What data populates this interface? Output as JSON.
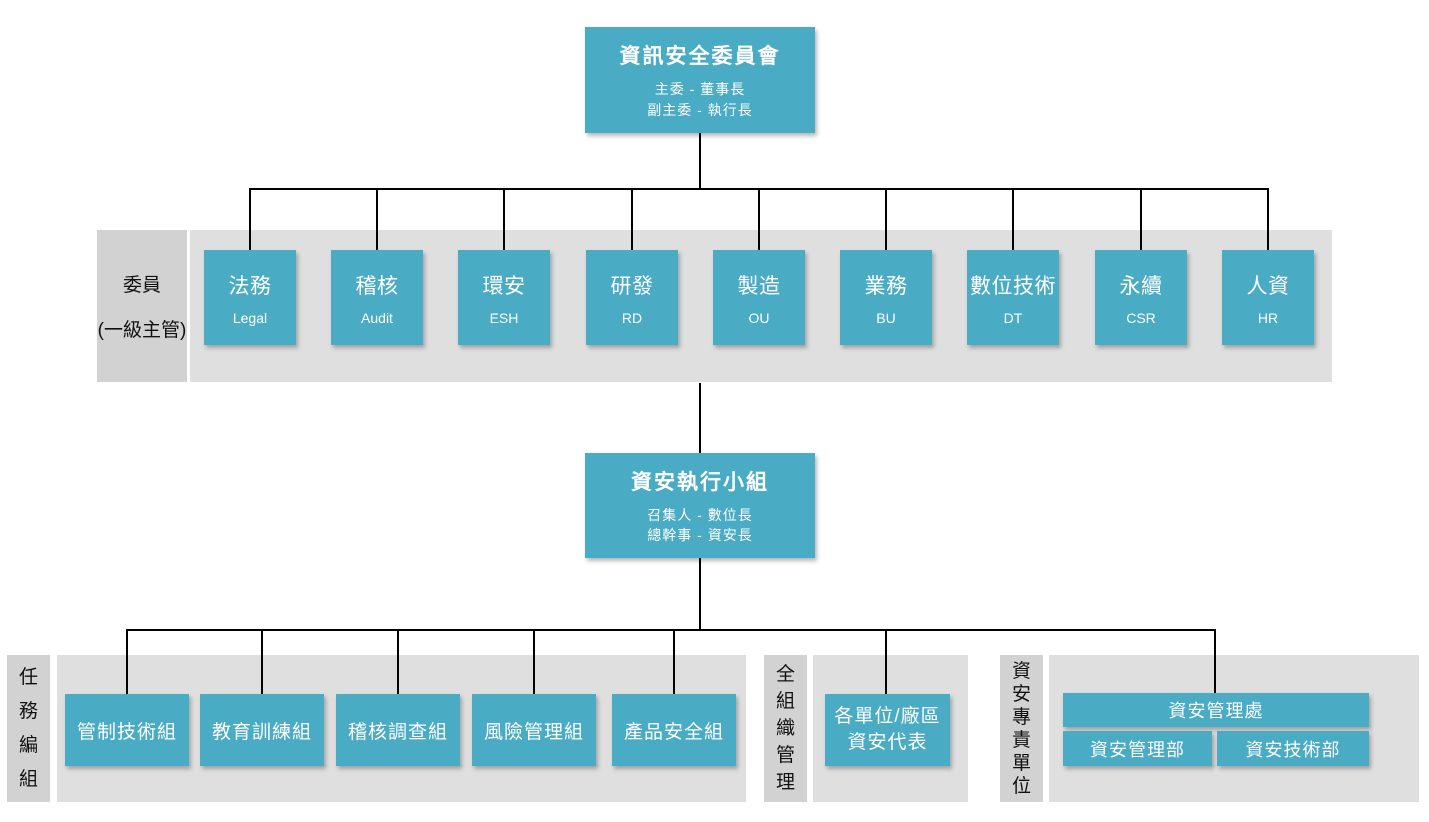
{
  "colors": {
    "accent_teal": "#4aacc4",
    "band_gray": "#dfdfdf",
    "band_label_gray": "#d2d2d2",
    "connector_black": "#000000",
    "text_on_accent": "#ffffff",
    "text_dark": "#111111"
  },
  "root": {
    "title": "資訊安全委員會",
    "subtitle1": "主委 - 董事長",
    "subtitle2": "副主委 - 執行長"
  },
  "committee": {
    "label_line1": "委員",
    "label_line2": "(一級主管)",
    "members": [
      {
        "zh": "法務",
        "en": "Legal"
      },
      {
        "zh": "稽核",
        "en": "Audit"
      },
      {
        "zh": "環安",
        "en": "ESH"
      },
      {
        "zh": "研發",
        "en": "RD"
      },
      {
        "zh": "製造",
        "en": "OU"
      },
      {
        "zh": "業務",
        "en": "BU"
      },
      {
        "zh": "數位技術",
        "en": "DT"
      },
      {
        "zh": "永續",
        "en": "CSR"
      },
      {
        "zh": "人資",
        "en": "HR"
      }
    ]
  },
  "exec_team": {
    "title": "資安執行小組",
    "subtitle1": "召集人 - 數位長",
    "subtitle2": "總幹事 - 資安長"
  },
  "task_group": {
    "label": "任務編組",
    "teams": [
      "管制技術組",
      "教育訓練組",
      "稽核調查組",
      "風險管理組",
      "產品安全組"
    ]
  },
  "org_wide": {
    "label": "全組織管理",
    "box_line1": "各單位/廠區",
    "box_line2": "資安代表"
  },
  "dedicated_unit": {
    "label": "資安專責單位",
    "division": "資安管理處",
    "departments": [
      "資安管理部",
      "資安技術部"
    ]
  }
}
